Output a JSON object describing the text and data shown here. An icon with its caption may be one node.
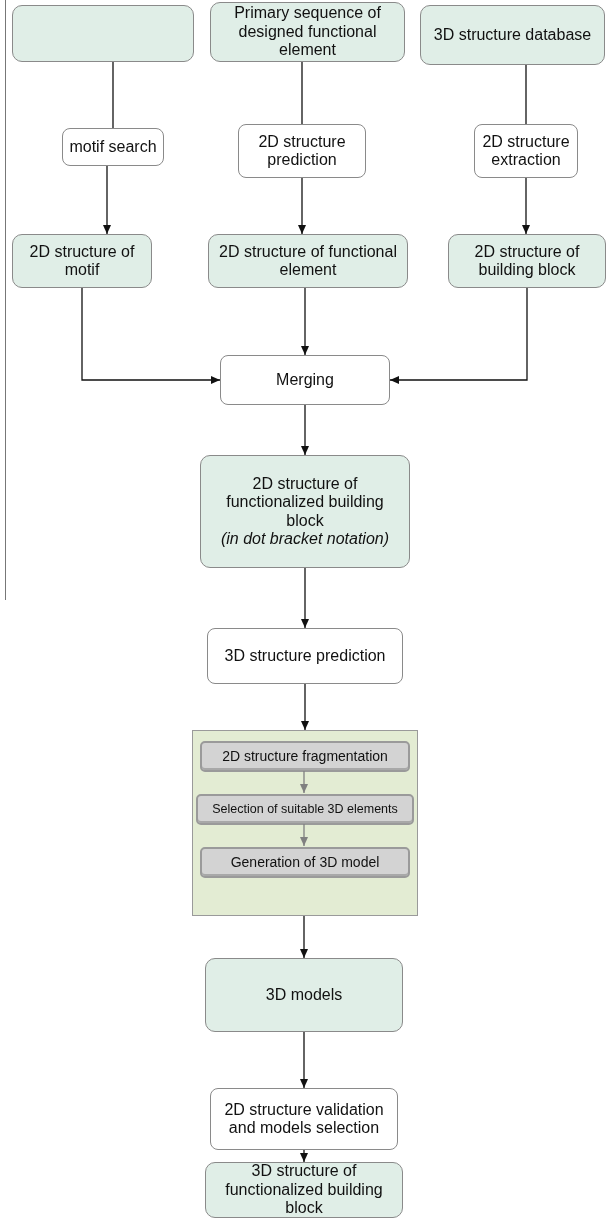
{
  "diagram": {
    "nodes": [
      {
        "text": [],
        "shape": "box"
      },
      {
        "text": [
          "Primary  sequence of designed functional element"
        ]
      },
      {
        "text": [
          "3D structure database"
        ]
      },
      {
        "text": [
          "motif search"
        ]
      },
      {
        "text": [
          "2D structure prediction"
        ]
      },
      {
        "text": [
          "2D structure extraction"
        ]
      },
      {
        "text": [
          "2D structure of motif"
        ]
      },
      {
        "text": [
          "2D structure of functional element"
        ]
      },
      {
        "text": [
          "2D structure of building block"
        ]
      },
      {
        "text": [
          "Merging"
        ]
      },
      {
        "text": [
          "2D structure of functionalized  building block",
          "(in dot bracket notation)"
        ]
      },
      {
        "text": [
          "3D structure prediction"
        ]
      },
      {
        "text": [],
        "shape": "box"
      },
      {
        "text": [
          "2D structure fragmentation"
        ],
        "in": 12
      },
      {
        "text": [
          "Selection of suitable 3D elements"
        ],
        "in": 12
      },
      {
        "text": [
          "Generation of 3D model"
        ],
        "in": 12
      },
      {
        "text": [
          "3D models"
        ]
      },
      {
        "text": [
          "2D structure validation and models selection"
        ]
      },
      {
        "text": [
          "3D structure of functionalized building block"
        ]
      }
    ],
    "edges": [
      {
        "from": 0,
        "to": 3,
        "arrow": "none"
      },
      {
        "from": 3,
        "to": 6,
        "arrow": "to"
      },
      {
        "from": 1,
        "to": 4,
        "arrow": "none"
      },
      {
        "from": 4,
        "to": 7,
        "arrow": "to"
      },
      {
        "from": 2,
        "to": 5,
        "arrow": "none"
      },
      {
        "from": 5,
        "to": 8,
        "arrow": "to"
      },
      {
        "from": 6,
        "to": 9,
        "arrow": "to"
      },
      {
        "from": 7,
        "to": 9,
        "arrow": "to"
      },
      {
        "from": 8,
        "to": 9,
        "arrow": "to"
      },
      {
        "from": 9,
        "to": 10,
        "arrow": "to"
      },
      {
        "from": 10,
        "to": 11,
        "arrow": "to"
      },
      {
        "from": 11,
        "to": 12,
        "arrow": "to"
      },
      {
        "from": 13,
        "to": 14,
        "arrow": "to",
        "color": "#808080"
      },
      {
        "from": 14,
        "to": 15,
        "arrow": "to",
        "color": "#808080"
      },
      {
        "from": 12,
        "to": 16,
        "arrow": "to"
      },
      {
        "from": 16,
        "to": 17,
        "arrow": "to"
      },
      {
        "from": 17,
        "to": 18,
        "arrow": "to"
      }
    ]
  }
}
